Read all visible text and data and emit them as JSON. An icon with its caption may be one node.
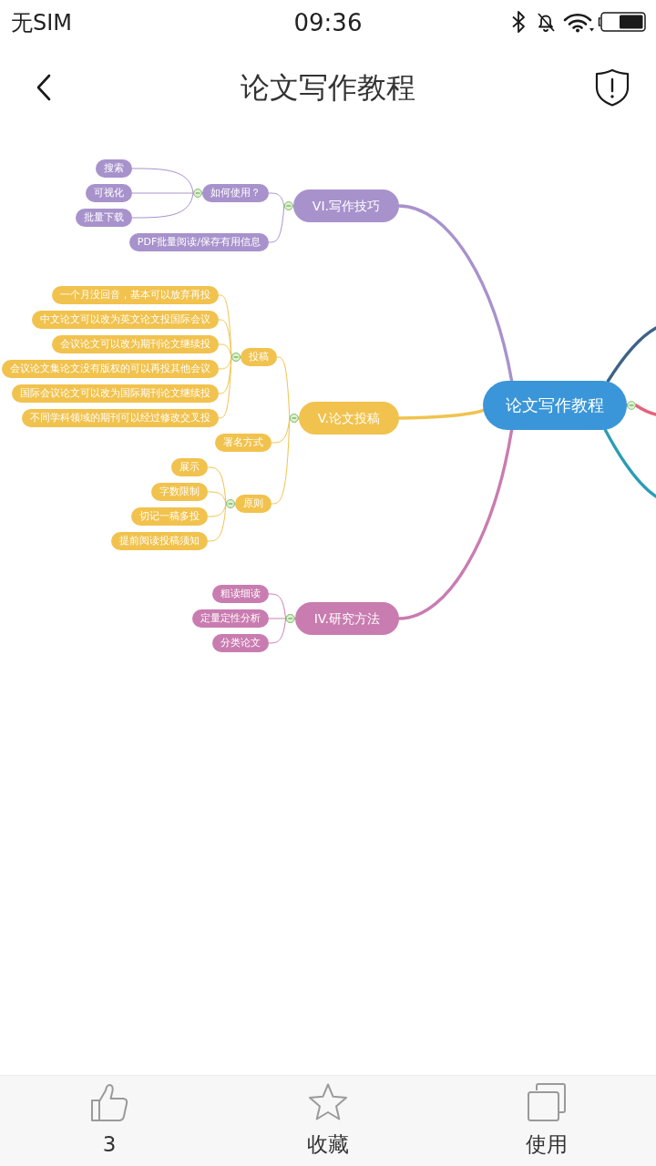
{
  "diagram": {
    "title": "论文写作教程",
    "nodes": [
      {
        "text": [
          "论文写作教程"
        ]
      },
      {
        "text": [
          "VI.写作技巧"
        ]
      },
      {
        "text": [
          "如何使用？"
        ]
      },
      {
        "text": [
          "搜索"
        ]
      },
      {
        "text": [
          "可视化"
        ]
      },
      {
        "text": [
          "批量下载"
        ]
      },
      {
        "text": [
          "PDF批量阅读/保存有用信息"
        ]
      },
      {
        "text": [
          "V.论文投稿"
        ]
      },
      {
        "text": [
          "投稿"
        ]
      },
      {
        "text": [
          "一个月没回音，基本可以放弃再投"
        ]
      },
      {
        "text": [
          "中文论文可以改为英文论文投国际会议"
        ]
      },
      {
        "text": [
          "会议论文可以改为期刊论文继续投"
        ]
      },
      {
        "text": [
          "会议论文集论文没有版权的可以再投其他会议"
        ]
      },
      {
        "text": [
          "国际会议论文可以改为国际期刊论文继续投"
        ]
      },
      {
        "text": [
          "不同学科领域的期刊可以经过修改交叉投"
        ]
      },
      {
        "text": [
          "署名方式"
        ]
      },
      {
        "text": [
          "原则"
        ]
      },
      {
        "text": [
          "展示"
        ]
      },
      {
        "text": [
          "字数限制"
        ]
      },
      {
        "text": [
          "切记一稿多投"
        ]
      },
      {
        "text": [
          "提前阅读投稿须知"
        ]
      },
      {
        "text": [
          "IV.研究方法"
        ]
      },
      {
        "text": [
          "粗读细读"
        ]
      },
      {
        "text": [
          "定量定性分析"
        ]
      },
      {
        "text": [
          "分类论文"
        ]
      }
    ],
    "edges": [
      {
        "from": 0,
        "to": 1,
        "arrow": "none",
        "style": "thick",
        "color": "#a892cc"
      },
      {
        "from": 1,
        "to": 2,
        "arrow": "other",
        "color": "#a892cc"
      },
      {
        "from": 2,
        "to": 3,
        "arrow": "other",
        "color": "#a892cc"
      },
      {
        "from": 2,
        "to": 4,
        "arrow": "other",
        "color": "#a892cc"
      },
      {
        "from": 2,
        "to": 5,
        "arrow": "other",
        "color": "#a892cc"
      },
      {
        "from": 1,
        "to": 6,
        "arrow": "other",
        "color": "#a892cc"
      },
      {
        "from": 0,
        "to": 7,
        "arrow": "none",
        "style": "thick"
      },
      {
        "from": 7,
        "to": 8,
        "arrow": "other"
      },
      {
        "from": 8,
        "to": 9,
        "arrow": "other"
      },
      {
        "from": 8,
        "to": 10,
        "arrow": "other"
      },
      {
        "from": 8,
        "to": 11,
        "arrow": "other"
      },
      {
        "from": 8,
        "to": 12,
        "arrow": "other"
      },
      {
        "from": 8,
        "to": 13,
        "arrow": "other"
      },
      {
        "from": 8,
        "to": 14,
        "arrow": "other"
      },
      {
        "from": 7,
        "to": 15,
        "arrow": "other"
      },
      {
        "from": 7,
        "to": 16,
        "arrow": "other"
      },
      {
        "from": 16,
        "to": 17,
        "arrow": "other"
      },
      {
        "from": 16,
        "to": 18,
        "arrow": "other"
      },
      {
        "from": 16,
        "to": 19,
        "arrow": "other"
      },
      {
        "from": 16,
        "to": 20,
        "arrow": "other"
      },
      {
        "from": 0,
        "to": 21,
        "arrow": "none",
        "style": "thick",
        "color": "#c97cb0"
      },
      {
        "from": 21,
        "to": 22,
        "arrow": "other",
        "color": "#c97cb0"
      },
      {
        "from": 21,
        "to": 23,
        "arrow": "other",
        "color": "#c97cb0"
      },
      {
        "from": 21,
        "to": 24,
        "arrow": "other",
        "color": "#c97cb0"
      },
      {
        "from": 0,
        "to": null,
        "arrow": "none",
        "style": "thick",
        "color": "#3f6387"
      },
      {
        "from": 0,
        "to": null,
        "arrow": "other",
        "style": "thick",
        "color": "#e5617c"
      },
      {
        "from": 0,
        "to": null,
        "arrow": "none",
        "style": "thick",
        "color": "#2b9db4"
      }
    ],
    "labels": [
      "无SIM",
      "09:36",
      "3",
      "收藏",
      "使用"
    ]
  }
}
